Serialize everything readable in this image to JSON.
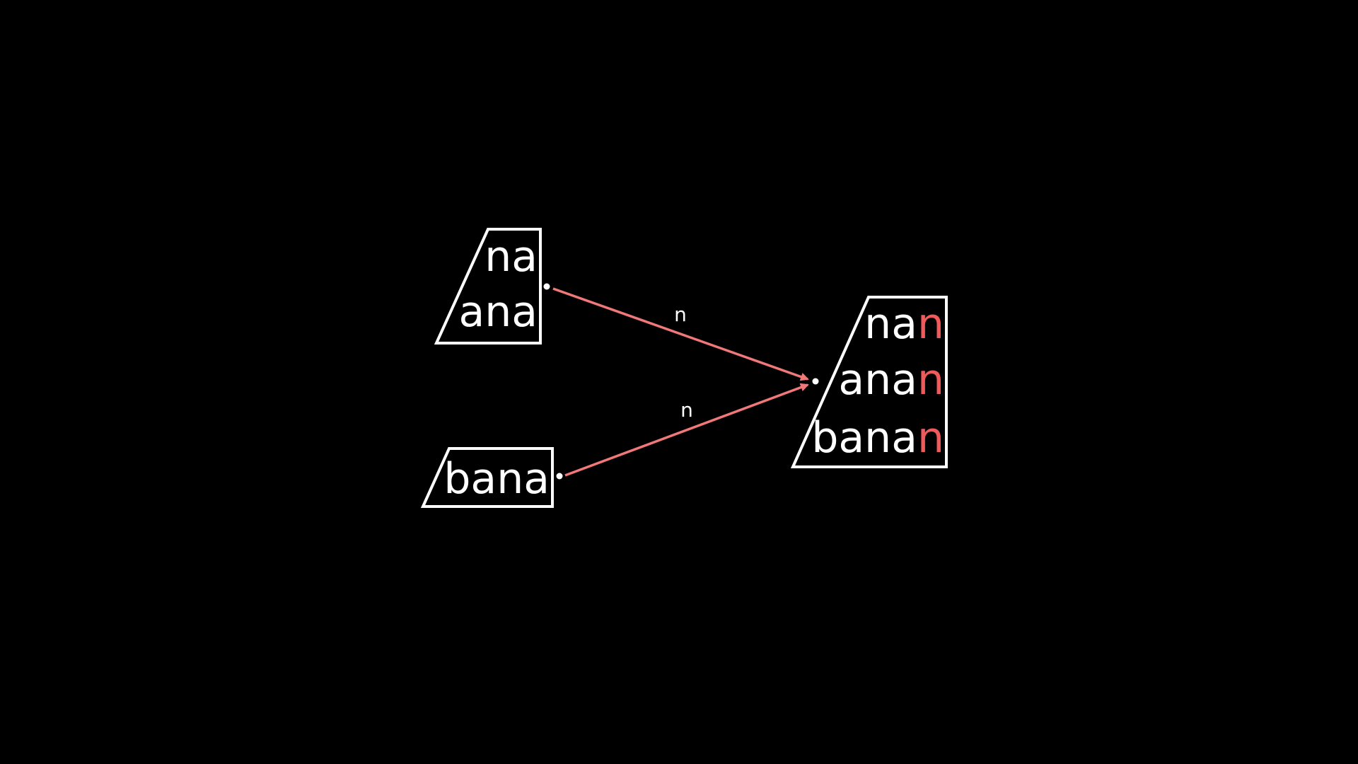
{
  "colors": {
    "background": "#000000",
    "outline": "#ffffff",
    "edge": "#f07878",
    "highlight": "#f05a5a"
  },
  "nodes": {
    "top_left": {
      "lines": [
        "na",
        "ana"
      ]
    },
    "bottom_left": {
      "lines": [
        "bana"
      ]
    },
    "right": {
      "lines": [
        {
          "prefix": "na",
          "suffix": "n"
        },
        {
          "prefix": "ana",
          "suffix": "n"
        },
        {
          "prefix": "bana",
          "suffix": "n"
        }
      ]
    }
  },
  "edges": [
    {
      "from": "top_left",
      "to": "right",
      "label": "n"
    },
    {
      "from": "bottom_left",
      "to": "right",
      "label": "n"
    }
  ]
}
